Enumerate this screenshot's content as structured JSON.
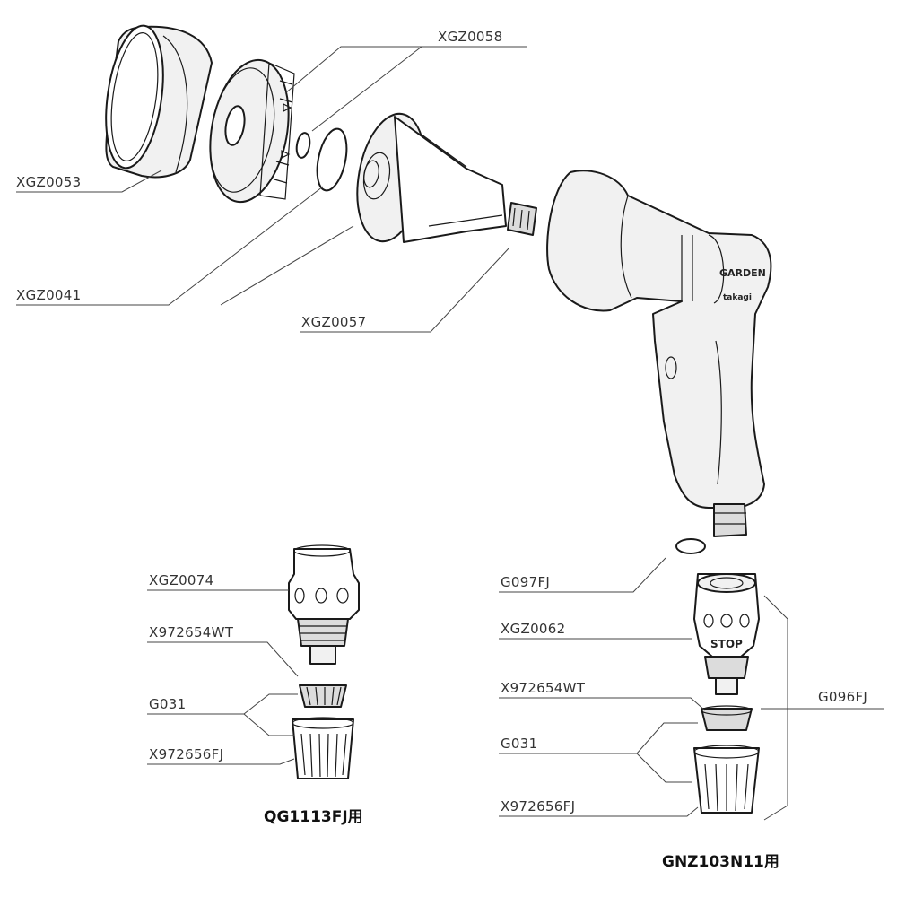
{
  "labels": {
    "xgz0058": "XGZ0058",
    "xgz0053": "XGZ0053",
    "xgz0041": "XGZ0041",
    "xgz0057": "XGZ0057",
    "g097fj": "G097FJ",
    "xgz0074": "XGZ0074",
    "xgz0062": "XGZ0062",
    "x972654wt_left": "X972654WT",
    "x972654wt_right": "X972654WT",
    "g031_left": "G031",
    "g031_right": "G031",
    "g096fj": "G096FJ",
    "x972656fj_left": "X972656FJ",
    "x972656fj_right": "X972656FJ"
  },
  "models": {
    "left": "QG1113FJ用",
    "right": "GNZ103N11用"
  },
  "nozzle_markings": {
    "brand": "GARDEN",
    "brand_sub": "takagi",
    "stop": "STOP"
  }
}
